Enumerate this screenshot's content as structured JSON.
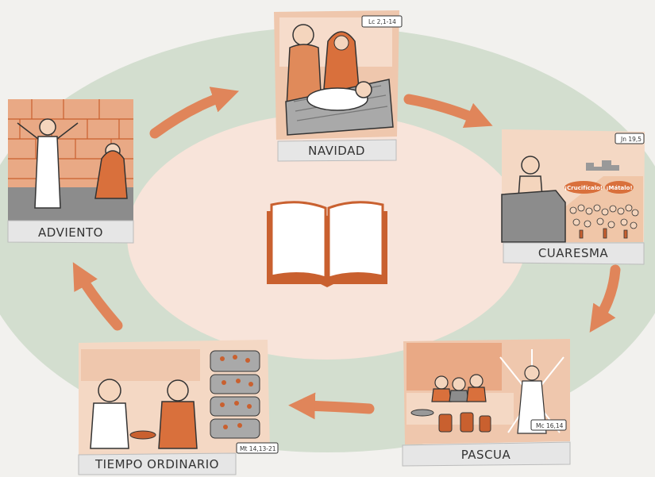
{
  "stages": {
    "navidad": {
      "label": "NAVIDAD",
      "ref": "Lc 2,1-14"
    },
    "cuaresma": {
      "label": "CUARESMA",
      "ref": "Jn 19,5",
      "bubble1": "¡Crucifícalo!",
      "bubble2": "¡Mátalo!"
    },
    "pascua": {
      "label": "PASCUA",
      "ref": "Mc 16,14"
    },
    "tiempo": {
      "label": "TIEMPO ORDINARIO",
      "ref": "Mt 14,13-21"
    },
    "adviento": {
      "label": "ADVIENTO"
    }
  },
  "center_icon": "open-book-icon",
  "colors": {
    "outer_ring": "#d3decf",
    "inner_area": "#f8e4da",
    "arrow": "#e0855a",
    "accent": "#c9602f",
    "label_strip": "#e6e6e6"
  }
}
